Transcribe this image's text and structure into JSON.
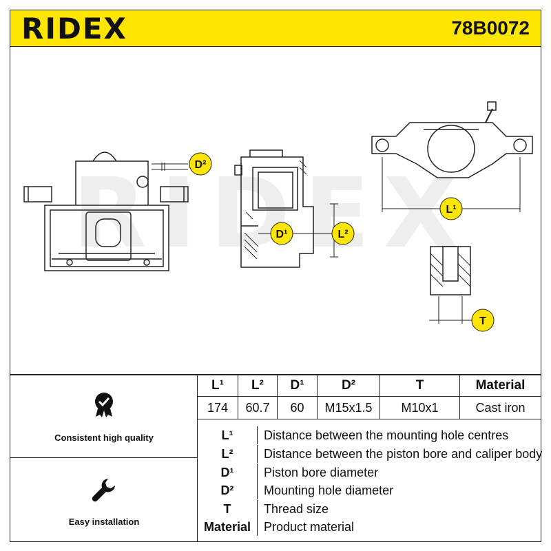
{
  "header": {
    "brand": "RIDEX",
    "part_number": "78B0072"
  },
  "drawing": {
    "watermark": "RIDEX",
    "dimension_labels": {
      "d2": "D²",
      "d1": "D¹",
      "l2": "L²",
      "l1": "L¹",
      "t": "T"
    },
    "colors": {
      "badge": "#ffe600",
      "line": "#222222",
      "watermark": "#eeeeee"
    }
  },
  "features": [
    {
      "label": "Consistent high quality",
      "icon": "quality-badge-icon"
    },
    {
      "label": "Easy installation",
      "icon": "wrench-icon"
    }
  ],
  "specs": {
    "headers": [
      "L¹",
      "L²",
      "D¹",
      "D²",
      "T",
      "Material"
    ],
    "values": [
      "174",
      "60.7",
      "60",
      "M15x1.5",
      "M10x1",
      "Cast iron"
    ]
  },
  "legend": [
    {
      "key": "L¹",
      "desc": "Distance between the mounting hole centres"
    },
    {
      "key": "L²",
      "desc": "Distance between the piston bore and caliper body"
    },
    {
      "key": "D¹",
      "desc": "Piston bore diameter"
    },
    {
      "key": "D²",
      "desc": "Mounting hole diameter"
    },
    {
      "key": "T",
      "desc": "Thread size"
    },
    {
      "key": "Material",
      "desc": "Product material"
    }
  ]
}
